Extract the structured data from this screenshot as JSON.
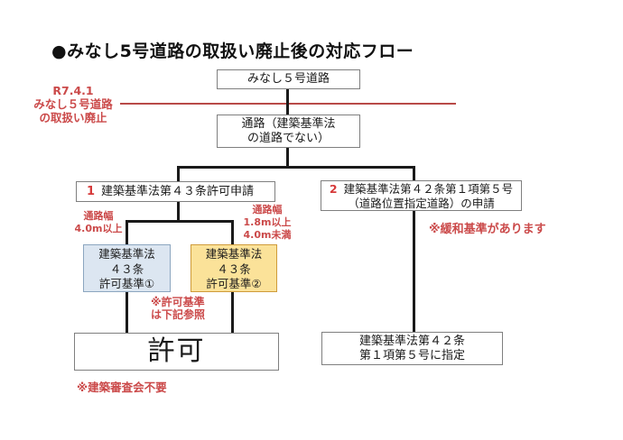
{
  "page": {
    "title": "●みなし5号道路の取扱い廃止後の対応フロー"
  },
  "nodes": {
    "minashi": {
      "label": "みなし５号道路"
    },
    "tsuro": {
      "line1": "通路（建築基準法",
      "line2": "の道路でない）"
    },
    "apply43": {
      "number": "1",
      "label": "建築基準法第４３条許可申請"
    },
    "apply42": {
      "number": "2",
      "line1": "建築基準法第４２条第１項第５号",
      "line2": "（道路位置指定道路）の申請"
    },
    "criteria1": {
      "line1": "建築基準法",
      "line2": "４３条",
      "line3": "許可基準①"
    },
    "criteria2": {
      "line1": "建築基準法",
      "line2": "４３条",
      "line3": "許可基準②"
    },
    "permit": {
      "label": "許可"
    },
    "designated": {
      "line1": "建築基準法第４２条",
      "line2": "第１項第５号に指定"
    }
  },
  "annotations": {
    "abolition": {
      "line1": "R7.4.1",
      "line2": "みなし５号道路",
      "line3": "の取扱い廃止"
    },
    "width_left": {
      "line1": "通路幅",
      "line2": "4.0m以上"
    },
    "width_right": {
      "line1": "通路幅",
      "line2": "1.8m以上",
      "line3": "4.0m未満"
    },
    "relaxation": "※緩和基準があります",
    "criteria_ref": {
      "line1": "※許可基準",
      "line2": "は下記参照"
    },
    "no_review": "※建築審査会不要"
  },
  "colors": {
    "accent_red": "#cb4a4a",
    "number_red": "#d63a3a",
    "red_line": "#b84a48",
    "line_black": "#1a1a1a",
    "box_border_gray": "#7f7f7f",
    "blue_fill": "#dce6f1",
    "blue_border": "#8ca6c0",
    "yellow_fill": "#fbe299",
    "yellow_border": "#cf9b3a"
  }
}
